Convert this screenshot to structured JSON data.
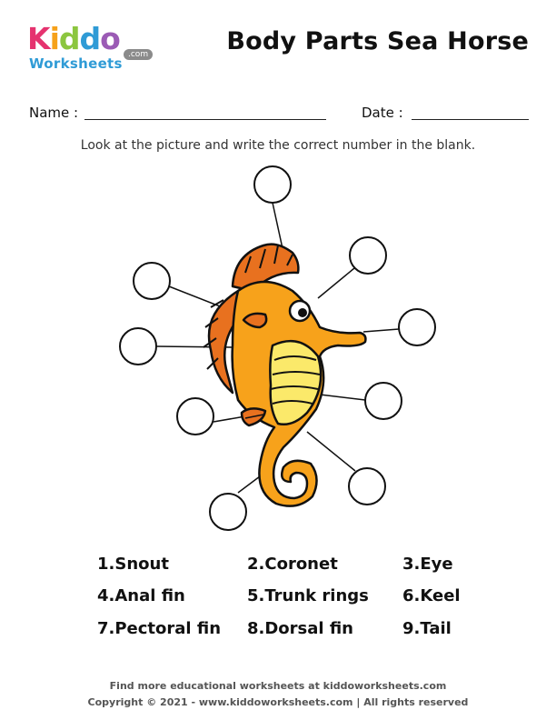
{
  "logo": {
    "brand": "Kiddo",
    "sub": "Worksheets",
    "domain": ".com"
  },
  "title": "Body Parts Sea Horse",
  "fields": {
    "name_label": "Name :",
    "date_label": "Date :"
  },
  "instruction": "Look at the picture and write the correct number in the blank.",
  "word_bank": [
    "1.Snout",
    "2.Coronet",
    "3.Eye",
    "4.Anal fin",
    "5.Trunk rings",
    "6.Keel",
    "7.Pectoral fin",
    "8.Dorsal fin",
    "9.Tail"
  ],
  "footer": {
    "line1": "Find more educational worksheets at kiddoworksheets.com",
    "line2": "Copyright © 2021 - www.kiddoworksheets.com  |  All rights reserved"
  },
  "colors": {
    "seahorse_body": "#f7a21b",
    "seahorse_belly": "#fbe96a",
    "fin": "#e8711f",
    "outline": "#111111",
    "logo_k": "#e5336f",
    "logo_i": "#f6a11a",
    "logo_d1": "#8cc63f",
    "logo_d2": "#2f9bd6",
    "logo_o": "#9b5bb5"
  },
  "label_count": 9
}
